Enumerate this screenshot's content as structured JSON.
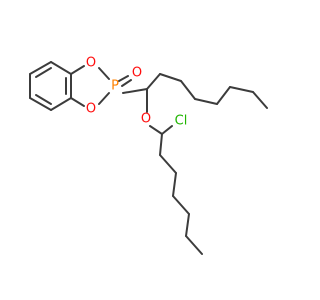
{
  "molecule": {
    "atoms": [
      {
        "id": "o_ring_top",
        "symbol": "O",
        "color": "#ff0d0d"
      },
      {
        "id": "o_ring_bottom",
        "symbol": "O",
        "color": "#ff0d0d"
      },
      {
        "id": "p",
        "symbol": "P",
        "color": "#ff8000"
      },
      {
        "id": "o_double",
        "symbol": "O",
        "color": "#ff0d0d"
      },
      {
        "id": "o_ether",
        "symbol": "O",
        "color": "#ff0d0d"
      },
      {
        "id": "cl",
        "symbol": "Cl",
        "color": "#1fb500"
      }
    ],
    "bond_color": "#3c3c3c"
  }
}
